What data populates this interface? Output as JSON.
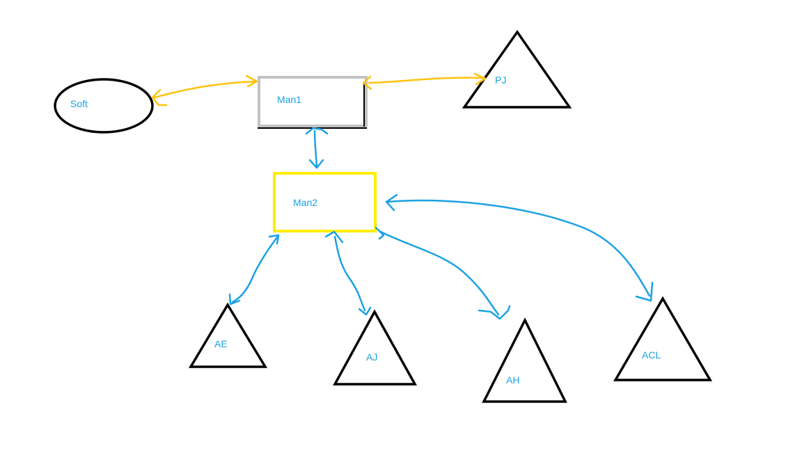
{
  "colors": {
    "background": "#ffffff",
    "outline_black": "#000000",
    "box_gray": "#c3c3c3",
    "box_yellow": "#ffee00",
    "arrow_orange": "#ffc20e",
    "arrow_blue": "#1ba1e2",
    "text_blue": "#1ba1e2"
  },
  "nodes": {
    "soft": {
      "label": "Soft",
      "shape": "ellipse"
    },
    "man1": {
      "label": "Man1",
      "shape": "rectangle"
    },
    "pj": {
      "label": "PJ",
      "shape": "triangle"
    },
    "man2": {
      "label": "Man2",
      "shape": "rectangle"
    },
    "ae": {
      "label": "AE",
      "shape": "triangle"
    },
    "aj": {
      "label": "AJ",
      "shape": "triangle"
    },
    "ah": {
      "label": "AH",
      "shape": "triangle"
    },
    "acl": {
      "label": "ACL",
      "shape": "triangle"
    }
  },
  "edges": [
    {
      "from": "soft",
      "to": "man1",
      "color": "arrow_orange",
      "direction": "both"
    },
    {
      "from": "man1",
      "to": "pj",
      "color": "arrow_orange",
      "direction": "both"
    },
    {
      "from": "man1",
      "to": "man2",
      "color": "arrow_blue",
      "direction": "both"
    },
    {
      "from": "man2",
      "to": "ae",
      "color": "arrow_blue",
      "direction": "both"
    },
    {
      "from": "man2",
      "to": "aj",
      "color": "arrow_blue",
      "direction": "both"
    },
    {
      "from": "man2",
      "to": "ah",
      "color": "arrow_blue",
      "direction": "both"
    },
    {
      "from": "man2",
      "to": "acl",
      "color": "arrow_blue",
      "direction": "both"
    }
  ]
}
